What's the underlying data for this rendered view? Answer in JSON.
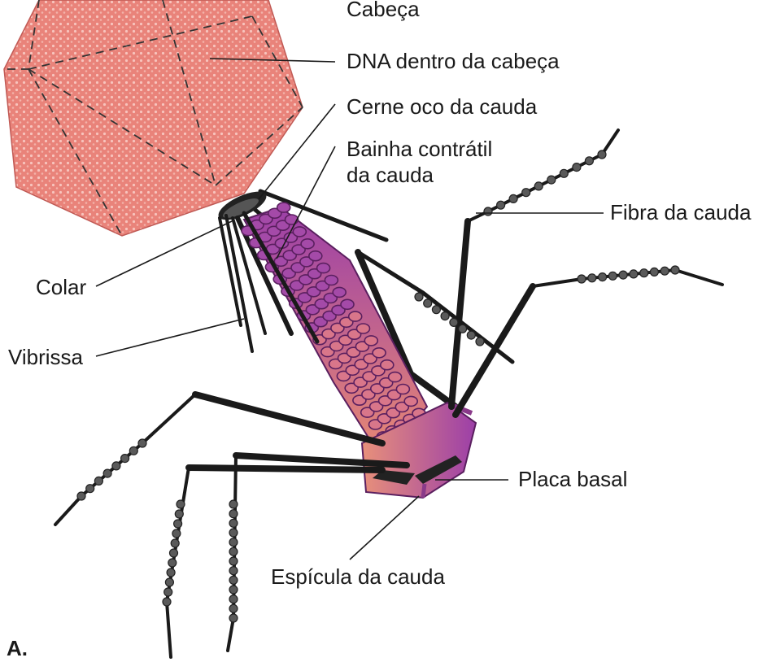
{
  "figure_letter": "A.",
  "labels": {
    "head": "Cabeça",
    "dna": "DNA dentro da cabeça",
    "core": "Cerne oco da cauda",
    "sheath_line1": "Bainha contrátil",
    "sheath_line2": "da cauda",
    "fiber": "Fibra da cauda",
    "collar": "Colar",
    "whisker": "Vibrissa",
    "baseplate": "Placa basal",
    "spike": "Espícula da cauda"
  },
  "colors": {
    "head_fill": "#e9837a",
    "head_dots": "#f7c4bd",
    "sheath_top": "#9c3fa8",
    "sheath_bottom": "#e88a72",
    "baseplate": "#a84a9a",
    "fiber": "#1a1a1a",
    "bead": "#5a5a5a"
  }
}
